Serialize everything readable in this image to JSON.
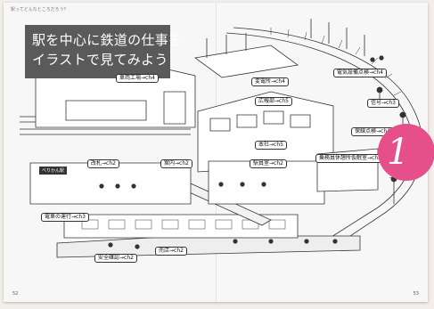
{
  "book": {
    "running_head": "駅ってどんなところだろう？",
    "headline_line1": "駅を中心に鉄道の仕事を",
    "headline_line2": "イラストで見てみよう",
    "station_sign": "べりかん駅",
    "page_left": "52",
    "page_right": "53",
    "chapter_badge": "1"
  },
  "labels": [
    {
      "id": "label-sharyo",
      "text": "車両工場→ch4"
    },
    {
      "id": "label-hendensho",
      "text": "変電所→ch4"
    },
    {
      "id": "label-denki",
      "text": "電気設備点検→ch4"
    },
    {
      "id": "label-koho",
      "text": "広報部→ch5"
    },
    {
      "id": "label-shingo",
      "text": "信号→ch3"
    },
    {
      "id": "label-hosen",
      "text": "保線点検→ch4"
    },
    {
      "id": "label-honsha",
      "text": "本社→ch5"
    },
    {
      "id": "label-kaisatsu",
      "text": "改札→ch2"
    },
    {
      "id": "label-annai",
      "text": "案内→ch2"
    },
    {
      "id": "label-ekiinshitsu",
      "text": "駅員室→ch2"
    },
    {
      "id": "label-jomuin",
      "text": "乗務員休憩所仮眠室→ch2"
    },
    {
      "id": "label-unten",
      "text": "電車の運行→ch3"
    },
    {
      "id": "label-baiten",
      "text": "売店→ch2"
    },
    {
      "id": "label-anzen",
      "text": "安全確認→ch2"
    }
  ],
  "colors": {
    "page": "#f7f7f7",
    "background": "#f3eee9",
    "headline_bg": "#5a5a5a",
    "badge": "#e5508a",
    "line_art": "#333333"
  },
  "icons": [
    "train-car-icon",
    "person-icon",
    "traffic-signal-icon",
    "escalator-icon"
  ]
}
